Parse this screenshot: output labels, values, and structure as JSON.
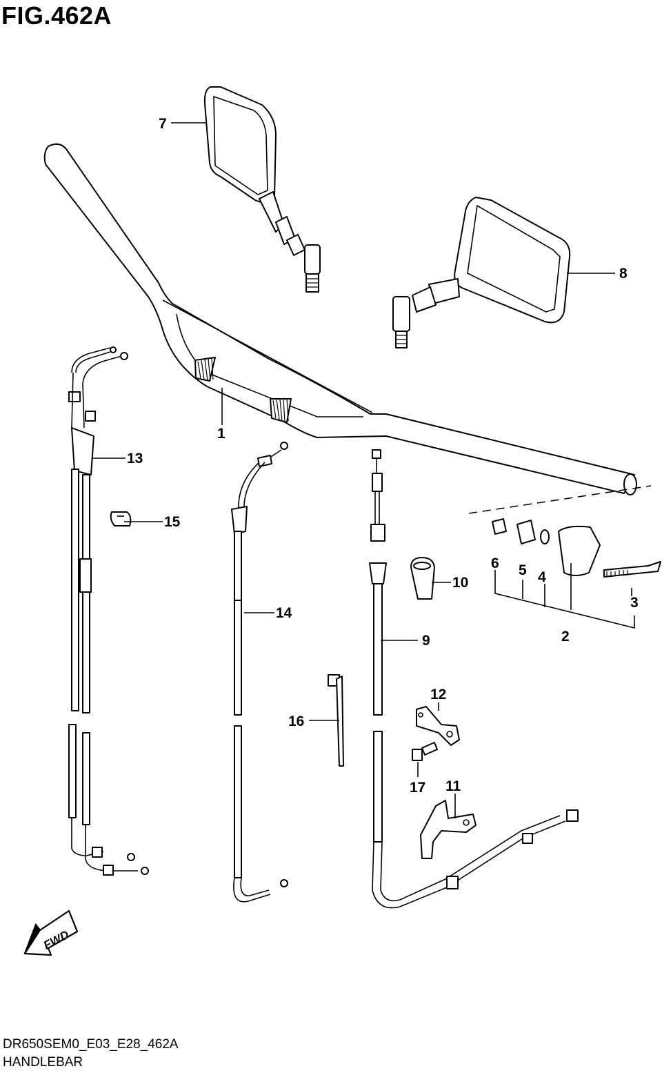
{
  "figure": {
    "title": "FIG.462A",
    "model_code": "DR650SEM0_E03_E28_462A",
    "name": "HANDLEBAR"
  },
  "callouts": {
    "c1": "1",
    "c2": "2",
    "c3": "3",
    "c4": "4",
    "c5": "5",
    "c6": "6",
    "c7": "7",
    "c8": "8",
    "c9": "9",
    "c10": "10",
    "c11": "11",
    "c12": "12",
    "c13": "13",
    "c14": "14",
    "c15": "15",
    "c16": "16",
    "c17": "17"
  },
  "direction_arrow": {
    "label": "FWD"
  }
}
